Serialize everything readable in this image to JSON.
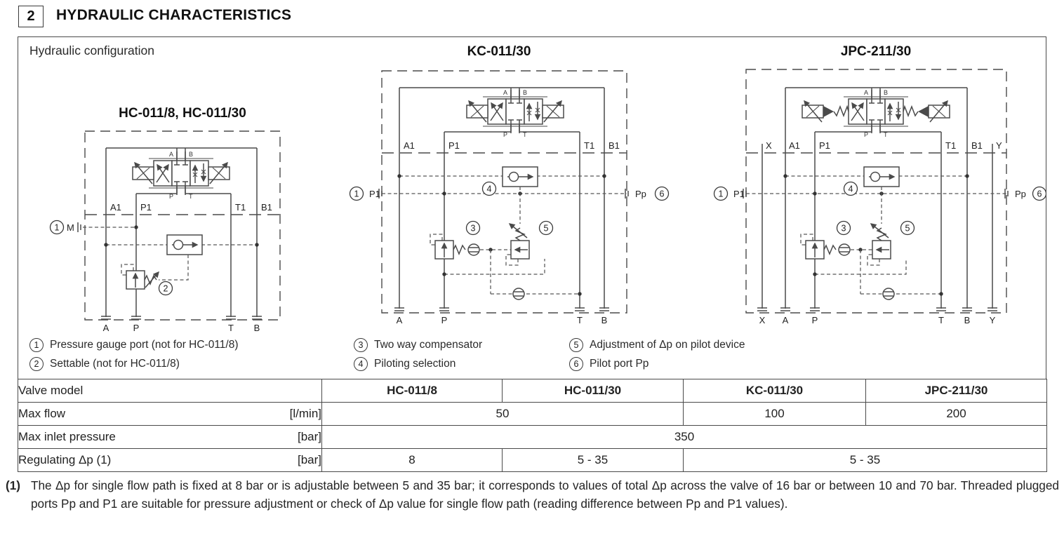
{
  "header": {
    "section_number": "2",
    "title": "HYDRAULIC CHARACTERISTICS"
  },
  "panel": {
    "config_label": "Hydraulic configuration"
  },
  "diagrams": [
    {
      "title": "HC-011/8, HC-011/30",
      "valve_ports": [
        "A",
        "B",
        "P",
        "T"
      ],
      "upper_ports": [
        "A1",
        "P1",
        "T1",
        "B1"
      ],
      "lower_ports": [
        "A",
        "P",
        "T",
        "B"
      ],
      "gauge_label": "M",
      "callouts": [
        "1",
        "2"
      ]
    },
    {
      "title": "KC-011/30",
      "valve_ports": [
        "A",
        "B",
        "P",
        "T"
      ],
      "upper_ports": [
        "A1",
        "P1",
        "T1",
        "B1"
      ],
      "lower_ports": [
        "A",
        "P",
        "T",
        "B"
      ],
      "left_port_label": "P1",
      "right_port_label": "Pp",
      "callouts": [
        "1",
        "4",
        "3",
        "5",
        "6"
      ]
    },
    {
      "title": "JPC-211/30",
      "valve_ports": [
        "A",
        "B",
        "P",
        "T"
      ],
      "upper_ports": [
        "X",
        "A1",
        "P1",
        "T1",
        "B1",
        "Y"
      ],
      "lower_ports": [
        "X",
        "A",
        "P",
        "T",
        "B",
        "Y"
      ],
      "left_port_label": "P1",
      "right_port_label": "Pp",
      "callouts": [
        "1",
        "4",
        "3",
        "5",
        "6"
      ]
    }
  ],
  "legend": [
    {
      "num": "1",
      "text": "Pressure gauge port (not for HC-011/8)"
    },
    {
      "num": "2",
      "text": "Settable (not for HC-011/8)"
    },
    {
      "num": "3",
      "text": "Two way compensator"
    },
    {
      "num": "4",
      "text": "Piloting selection"
    },
    {
      "num": "5",
      "text": "Adjustment of Δp on pilot device"
    },
    {
      "num": "6",
      "text": "Pilot port Pp"
    }
  ],
  "table": {
    "header": {
      "label": "Valve model",
      "models": [
        "HC-011/8",
        "HC-011/30",
        "KC-011/30",
        "JPC-211/30"
      ]
    },
    "rows": [
      {
        "label": "Max flow",
        "unit": "[l/min]",
        "values": [
          "50",
          "100",
          "200"
        ]
      },
      {
        "label": "Max inlet pressure",
        "unit": "[bar]",
        "values": [
          "350"
        ]
      },
      {
        "label": "Regulating Δp (1)",
        "unit": "[bar]",
        "values": [
          "8",
          "5 - 35",
          "5 - 35"
        ]
      }
    ]
  },
  "footnote": {
    "marker": "(1)",
    "text": "The Δp for single flow path is fixed at 8 bar or is adjustable between 5 and 35 bar; it corresponds to values of total Δp across the valve of 16 bar or between 10 and 70 bar. Threaded plugged ports Pp and P1 are suitable for pressure adjustment or check of Δp value for single flow path (reading difference between Pp and P1 values)."
  }
}
